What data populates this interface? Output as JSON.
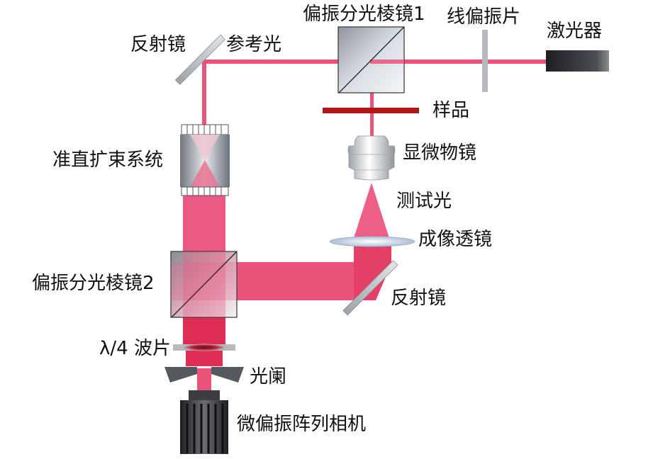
{
  "labels": {
    "pbs1": "偏振分光棱镜1",
    "linear_polarizer": "线偏振片",
    "laser": "激光器",
    "mirror_top": "反射镜",
    "reference_light": "参考光",
    "sample": "样品",
    "objective": "显微物镜",
    "collimator": "准直扩束系统",
    "test_light": "测试光",
    "imaging_lens": "成像透镜",
    "pbs2": "偏振分光棱镜2",
    "mirror_bottom": "反射镜",
    "quarter_wave": "λ/4 波片",
    "aperture": "光阑",
    "camera": "微偏振阵列相机"
  },
  "colors": {
    "beam": "#e9557a",
    "beam_dark": "#d92c55",
    "glass": "#c9cfd8",
    "laser_body": "#2d2f33",
    "sample": "#b01818"
  }
}
